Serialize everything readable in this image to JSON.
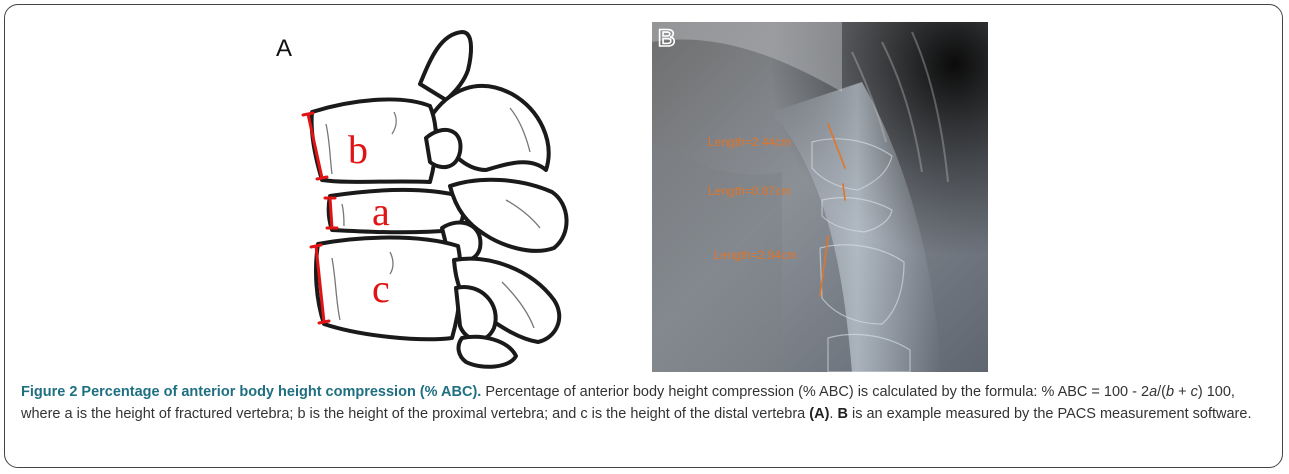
{
  "panel_a": {
    "label": "A",
    "segments": [
      "b",
      "a",
      "c"
    ]
  },
  "panel_b": {
    "label": "B",
    "measurements": [
      "Length=2.44cm",
      "Length=0.87cm",
      "Length=2.84cm"
    ]
  },
  "caption": {
    "title": "Figure 2 Percentage of anterior body height compression (% ABC).",
    "body_1": " Percentage of anterior body height compression (% ABC) is calculated by the formula: % ABC = 100 - 2",
    "var_a": "a",
    "slash": "/(",
    "var_b": "b",
    "plus": " + ",
    "var_c": "c",
    "body_2": ") 100, where a is the height of fractured vertebra; b is the height of the proximal vertebra; and c is the height of the distal vertebra ",
    "ref_a": "(A)",
    "body_3": ". ",
    "ref_b": "B",
    "body_4": " is an example measured by the PACS measurement software."
  }
}
